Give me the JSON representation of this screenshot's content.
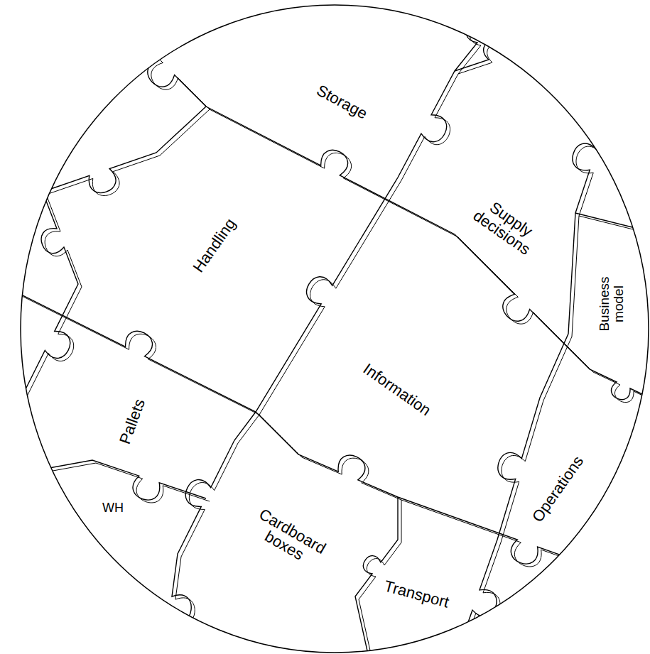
{
  "diagram": {
    "nodes": [
      {
        "text": [
          "Storage"
        ]
      },
      {
        "text": [
          "Handling"
        ]
      },
      {
        "text": [
          "Supply decisions"
        ]
      },
      {
        "text": [
          "Business model"
        ]
      },
      {
        "text": [
          "Information"
        ]
      },
      {
        "text": [
          "Pallets"
        ]
      },
      {
        "text": [
          "Operations"
        ]
      },
      {
        "text": [
          "WH"
        ]
      },
      {
        "text": [
          "Cardboard boxes"
        ]
      },
      {
        "text": [
          "Transport"
        ]
      }
    ]
  }
}
